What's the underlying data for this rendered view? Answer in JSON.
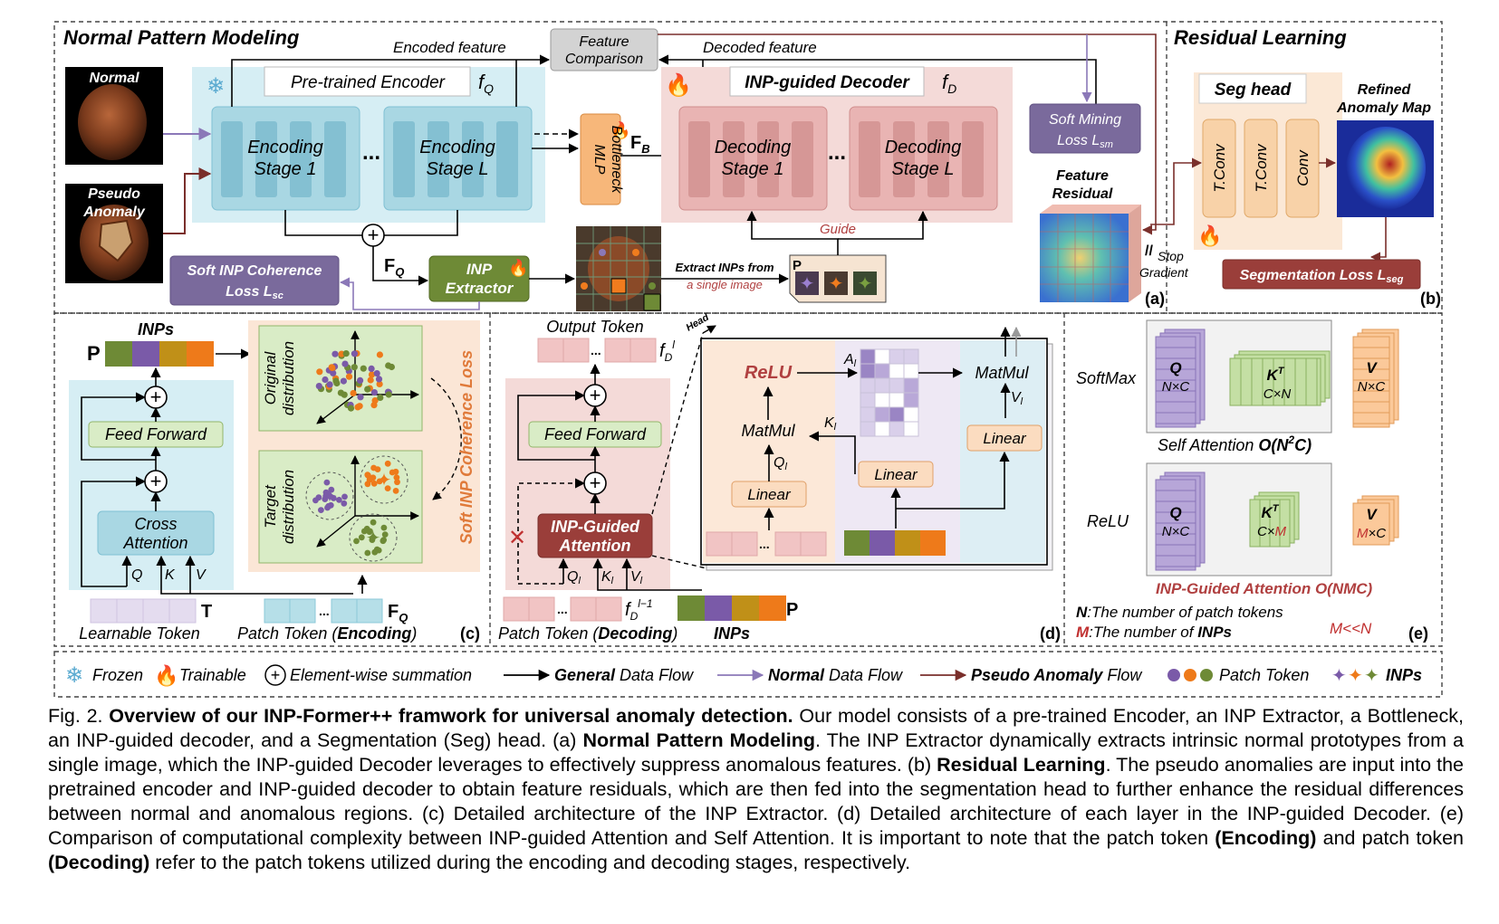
{
  "panel_a": {
    "title": "Normal Pattern Modeling",
    "normal_label": "Normal",
    "pseudo_label_1": "Pseudo",
    "pseudo_label_2": "Anomaly",
    "encoded_feature": "Encoded feature",
    "feature_comparison_1": "Feature",
    "feature_comparison_2": "Comparison",
    "decoded_feature": "Decoded feature",
    "encoder_title": "Pre-trained Encoder",
    "encoder_symbol": "f",
    "encoder_sub": "Q",
    "encoding_stage1_a": "Encoding",
    "encoding_stage1_b": "Stage 1",
    "encoding_stageL_a": "Encoding",
    "encoding_stageL_b": "Stage L",
    "ellipsis": "...",
    "bottleneck_1": "MLP",
    "bottleneck_2": "Bottleneck",
    "fb_symbol": "F",
    "fb_sub": "B",
    "decoder_title": "INP-guided Decoder",
    "decoder_symbol": "f",
    "decoder_sub": "D",
    "decoding_stage1_a": "Decoding",
    "decoding_stage1_b": "Stage 1",
    "decoding_stageL_a": "Decoding",
    "decoding_stageL_b": "Stage L",
    "soft_mining_1": "Soft Mining",
    "soft_mining_2": "Loss L",
    "soft_mining_sub": "sm",
    "feature_residual_1": "Feature",
    "feature_residual_2": "Residual",
    "fq_symbol": "F",
    "fq_sub": "Q",
    "inp_extractor_1": "INP",
    "inp_extractor_2": "Extractor",
    "soft_inp_1": "Soft INP Coherence",
    "soft_inp_2": "Loss L",
    "soft_inp_sub": "sc",
    "guide": "Guide",
    "extract_1": "Extract INPs from",
    "extract_2": "a single image",
    "p_symbol": "P",
    "tag": "(a)"
  },
  "panel_b": {
    "title": "Residual Learning",
    "seg_head": "Seg head",
    "tconv1": "T.Conv",
    "tconv2": "T.Conv",
    "conv": "Conv",
    "refined_1": "Refined",
    "refined_2": "Anomaly Map",
    "stop_1": "Stop",
    "stop_2": "Gradient",
    "seg_loss": "Segmentation Loss L",
    "seg_loss_sub": "seg",
    "tag": "(b)"
  },
  "panel_c": {
    "inps": "INPs",
    "p_symbol": "P",
    "feed_forward": "Feed Forward",
    "cross_1": "Cross",
    "cross_2": "Attention",
    "q": "Q",
    "k": "K",
    "v": "V",
    "t_symbol": "T",
    "fq_symbol": "F",
    "fq_sub": "Q",
    "learnable_token": "Learnable Token",
    "patch_token_pre": "Patch Token (",
    "patch_token_bold": "Encoding",
    "patch_token_post": ")",
    "original_1": "Original",
    "original_2": "distribution",
    "target_1": "Target",
    "target_2": "distribution",
    "soft_loss_vertical": "Soft INP Coherence Loss",
    "tag": "(c)"
  },
  "panel_d": {
    "output_token": "Output Token",
    "fd_symbol": "f",
    "fd_sub": "D",
    "fd_sup": "l",
    "fd_prev_sup": "l−1",
    "feed_forward": "Feed Forward",
    "inp_guided_1": "INP-Guided",
    "inp_guided_2": "Attention",
    "qi": "Q",
    "ki": "K",
    "vi": "V",
    "l_sub": "l",
    "patch_token_pre": "Patch Token (",
    "patch_token_bold": "Decoding",
    "patch_token_post": ")",
    "inps": "INPs",
    "p_symbol": "P",
    "head": "Head",
    "relu": "ReLU",
    "a_symbol": "A",
    "matmul_left": "MatMul",
    "matmul_right": "MatMul",
    "linear_q": "Linear",
    "linear_k": "Linear",
    "linear_v": "Linear",
    "k_symbol": "K",
    "q_symbol": "Q",
    "v_symbol": "V",
    "ellipsis": "...",
    "tag": "(d)"
  },
  "panel_e": {
    "softmax": "SoftMax",
    "relu": "ReLU",
    "q": "Q",
    "nxc": "N×C",
    "k": "K",
    "k_sup": "T",
    "cxn": "C×N",
    "v": "V",
    "cxm_pre": "C×",
    "cxm_m": "M",
    "mxc_m": "M",
    "mxc_post": "×C",
    "self_attention_pre": "Self Attention ",
    "self_attention_o": "O(N",
    "self_attention_sup": "2",
    "self_attention_post": "C)",
    "inp_guided_attention": "INP-Guided Attention O(NMC)",
    "n_def_key": "N",
    "n_def": ":The number of patch tokens",
    "m_def_key": "M",
    "m_def_pre": ":The number of ",
    "m_def_bold": "INPs",
    "m_lt_n": "M<<N",
    "tag": "(e)"
  },
  "legend": {
    "frozen": "Frozen",
    "trainable": "Trainable",
    "element_sum": "Element-wise summation",
    "general_bold": "General",
    "general_rest": " Data Flow",
    "normal_bold": "Normal",
    "normal_rest": " Data Flow",
    "pseudo_bold": "Pseudo Anomaly",
    "pseudo_rest": " Flow",
    "patch_token": "Patch Token",
    "inps": "INPs"
  },
  "caption": {
    "fig": "Fig. 2. ",
    "title": "Overview of our INP-Former++ framwork for universal anomaly detection.",
    "s1": " Our model consists of a pre-trained Encoder, an INP Extractor, a Bottleneck, an INP-guided decoder, and a Segmentation (Seg) head. (a) ",
    "b1": "Normal Pattern Modeling",
    "s2": ". The INP Extractor dynamically extracts intrinsic normal prototypes from a single image, which the INP-guided Decoder leverages to effectively suppress anomalous features. (b) ",
    "b2": "Residual Learning",
    "s3": ". The pseudo anomalies are input into the pretrained encoder and INP-guided decoder to obtain feature residuals, which are then fed into the segmentation head to further enhance the residual differences between normal and anomalous regions. (c) Detailed architecture of the INP Extractor. (d) Detailed architecture of each layer in the INP-guided Decoder. (e) Comparison of computational complexity between INP-guided Attention and Self Attention. It is important to note that the patch token ",
    "b3": "(Encoding)",
    "s4": " and patch token ",
    "b4": "(Decoding)",
    "s5": " refer to the patch tokens utilized during the encoding and decoding stages, respectively."
  },
  "colors": {
    "dark_red": "#8e3b37",
    "purple": "#8b78b8",
    "encoder_blue": "#c6e6ef",
    "decoder_pink": "#f1d0d0",
    "orange": "#f4a261",
    "loss_purple": "#7a6a9c",
    "green_box": "#6e8a36"
  }
}
